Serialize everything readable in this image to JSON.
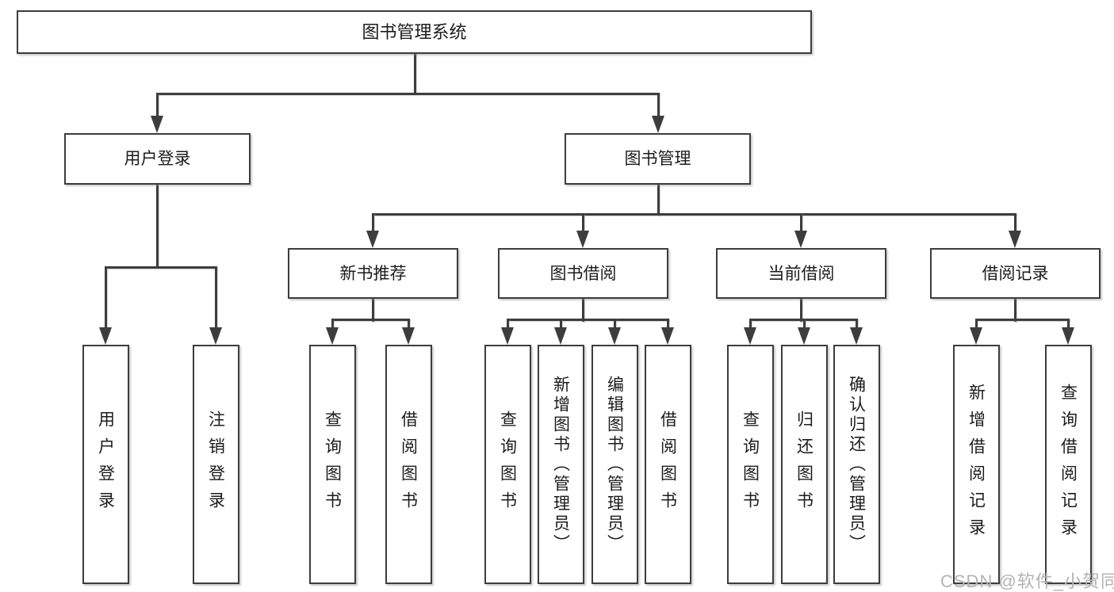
{
  "diagram": {
    "title": "图书管理系统",
    "root": {
      "label": "图书管理系统"
    },
    "branches": [
      {
        "label": "用户登录"
      },
      {
        "label": "图书管理"
      }
    ],
    "modules": [
      {
        "label": "新书推荐"
      },
      {
        "label": "图书借阅"
      },
      {
        "label": "当前借阅"
      },
      {
        "label": "借阅记录"
      }
    ],
    "leaves": [
      {
        "label": "用户登录"
      },
      {
        "label": "注销登录"
      },
      {
        "label": "查询图书"
      },
      {
        "label": "借阅图书"
      },
      {
        "label": "查询图书"
      },
      {
        "label": "新增图书（管理员）"
      },
      {
        "label": "编辑图书（管理员）"
      },
      {
        "label": "借阅图书"
      },
      {
        "label": "查询图书"
      },
      {
        "label": "归还图书"
      },
      {
        "label": "确认归还（管理员）"
      },
      {
        "label": "新增借阅记录"
      },
      {
        "label": "查询借阅记录"
      }
    ]
  },
  "watermark": {
    "text": "CSDN @软件_小贺同学",
    "color": "#b3b3b3"
  },
  "colors": {
    "line": "#3d3d3d",
    "text": "#1c1c1c",
    "box_fill": "#ffffff",
    "background": "#ffffff"
  }
}
